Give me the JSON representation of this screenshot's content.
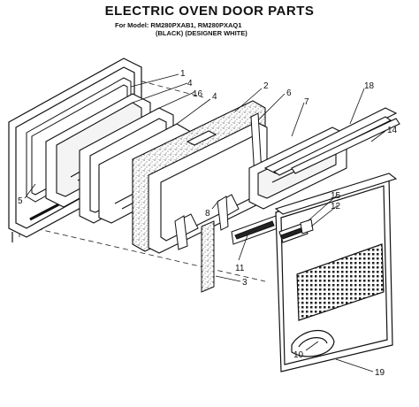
{
  "header": {
    "title": "ELECTRIC OVEN DOOR PARTS",
    "model_line": "For Model: RM280PXAB1, RM280PXAQ1",
    "finish_line": "(BLACK)    (DESIGNER WHITE)"
  },
  "callouts": [
    "1",
    "4",
    "16",
    "4",
    "2",
    "6",
    "7",
    "18",
    "14",
    "5",
    "8",
    "15",
    "12",
    "11",
    "3",
    "10",
    "19"
  ]
}
